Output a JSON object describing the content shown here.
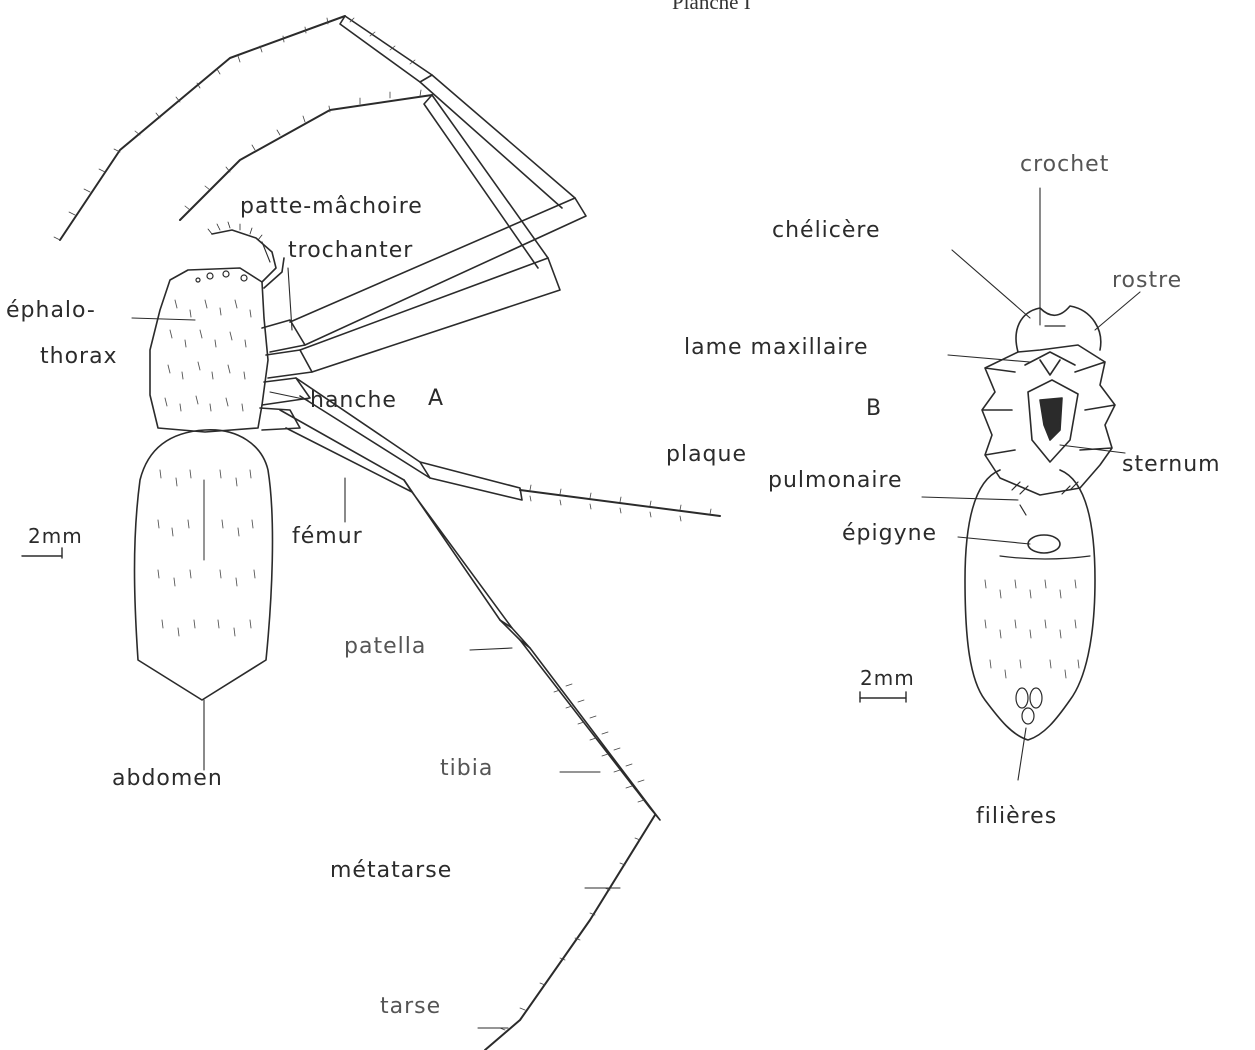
{
  "plate_title": "Planche I",
  "figure_a": {
    "letter": "A",
    "scale_bar": "2mm",
    "labels": {
      "patte_machoire": "patte-mâchoire",
      "trochanter": "trochanter",
      "cephalothorax_1": "éphalo-",
      "cephalothorax_2": "thorax",
      "hanche": "hanche",
      "femur": "fémur",
      "patella": "patella",
      "abdomen": "abdomen",
      "tibia": "tibia",
      "metatarse": "métatarse",
      "tarse": "tarse"
    }
  },
  "figure_b": {
    "letter": "B",
    "scale_bar": "2mm",
    "labels": {
      "crochet": "crochet",
      "chelicere": "chélicère",
      "rostre": "rostre",
      "lame_maxillaire": "lame maxillaire",
      "sternum": "sternum",
      "plaque": "plaque",
      "pulmonaire": "pulmonaire",
      "epigyne": "épigyne",
      "filieres": "filières"
    }
  },
  "colors": {
    "ink": "#2b2b2b",
    "paper": "#ffffff"
  }
}
